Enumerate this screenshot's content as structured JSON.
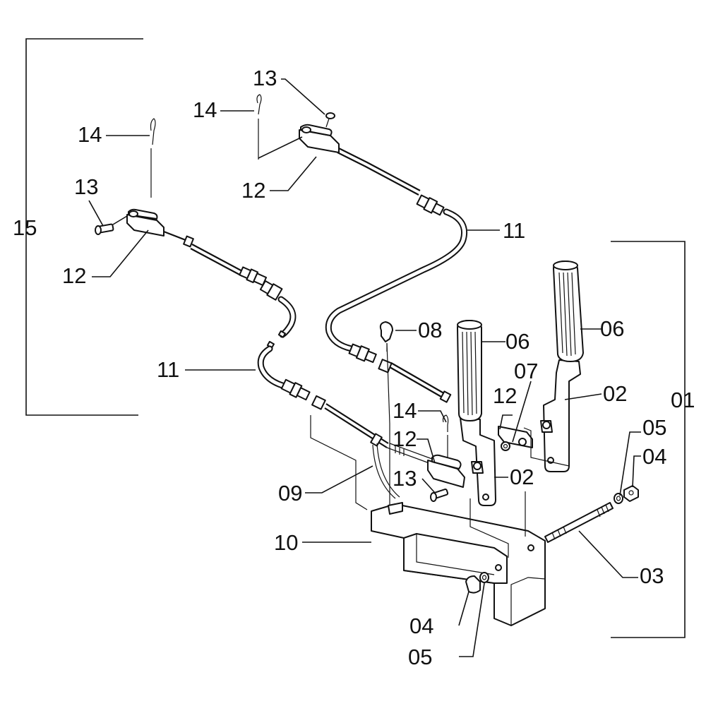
{
  "labels": {
    "l15": "15",
    "l01": "01",
    "l13a": "13",
    "l14a": "14",
    "l12a": "12",
    "l14b": "14",
    "l13b": "13",
    "l12b": "12",
    "l11a": "11",
    "l11b": "11",
    "l08": "08",
    "l06a": "06",
    "l06b": "06",
    "l07": "07",
    "l12c": "12",
    "l02a": "02",
    "l14c": "14",
    "l12d": "12",
    "l02b": "02",
    "l13c": "13",
    "l09": "09",
    "l05a": "05",
    "l04a": "04",
    "l10": "10",
    "l03": "03",
    "l04b": "04",
    "l05b": "05"
  }
}
